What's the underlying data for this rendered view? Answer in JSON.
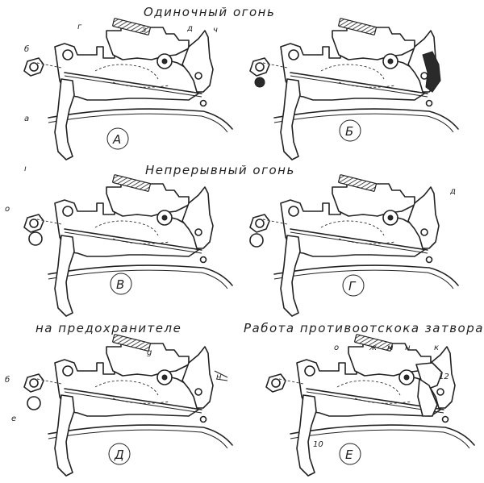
{
  "headings": {
    "single_fire": "Одиночный огонь",
    "continuous_fire": "Непрерывный огонь",
    "on_safety": "на предохранителе",
    "anti_rebound": "Работа противоотскока затвора"
  },
  "panel_letters": [
    "А",
    "Б",
    "В",
    "Г",
    "Д",
    "Е"
  ],
  "part_labels": {
    "a": {
      "b": "б",
      "g": "г",
      "z": "з",
      "d": "д",
      "ch": "ч",
      "a": "а"
    },
    "c": {
      "o": "о"
    },
    "d": {
      "d": "д"
    },
    "e": {
      "b": "б",
      "e": "е",
      "g": "g",
      "n": "н"
    },
    "f": {
      "o": "о",
      "zh": "ж",
      "m": "м",
      "n": "н",
      "k": "к",
      "n12": "12",
      "n10": "10"
    }
  },
  "stray_marks": {
    "i": "ı"
  }
}
